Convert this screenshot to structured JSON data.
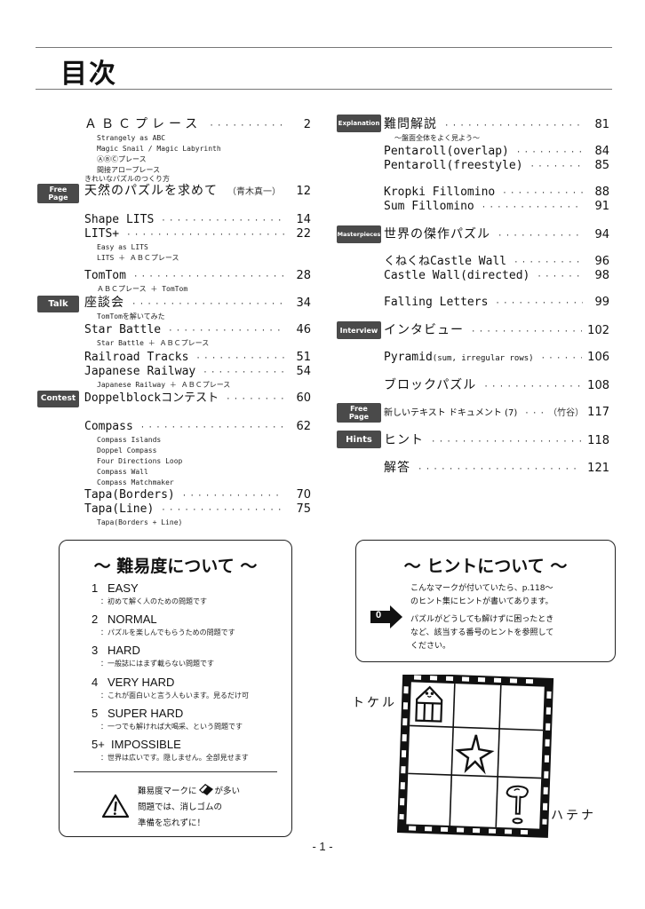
{
  "page": {
    "title": "目次",
    "page_number": "- 1 -"
  },
  "badges": {
    "free_page": "Free Page",
    "talk": "Talk",
    "contest": "Contest",
    "explanation": "Explanation",
    "masterpieces": "Masterpieces",
    "interview": "Interview",
    "hints": "Hints"
  },
  "left_toc": [
    {
      "title": "ＡＢＣプレース",
      "page": "2",
      "subs": [
        "Strangely as ABC",
        "Magic Snail / Magic Labyrinth",
        "ⒶⒷⒸプレース",
        "間接アロープレース"
      ]
    },
    {
      "kicker": "きれいなパズルのつくり方",
      "title": "天然のパズルを求めて",
      "author": "（青木真一）",
      "page": "12"
    },
    {
      "title": "Shape LITS",
      "page": "14"
    },
    {
      "title": "LITS+",
      "page": "22",
      "subs": [
        "Easy as LITS",
        "LITS ＋ ＡＢＣプレース"
      ]
    },
    {
      "title": "TomTom",
      "page": "28",
      "subs": [
        "ＡＢＣプレース ＋ TomTom"
      ]
    },
    {
      "title": "座談会",
      "page": "34",
      "subs": [
        "TomTomを解いてみた"
      ]
    },
    {
      "title": "Star Battle",
      "page": "46",
      "subs": [
        "Star Battle ＋ ＡＢＣプレース"
      ]
    },
    {
      "title": "Railroad Tracks",
      "page": "51"
    },
    {
      "title": "Japanese Railway",
      "page": "54",
      "subs": [
        "Japanese Railway ＋ ＡＢＣプレース"
      ]
    },
    {
      "title": "Doppelblockコンテスト",
      "page": "60"
    },
    {
      "title": "Compass",
      "page": "62",
      "subs": [
        "Compass Islands",
        "Doppel Compass",
        "Four Directions Loop",
        "Compass Wall",
        "Compass Matchmaker"
      ]
    },
    {
      "title": "Tapa(Borders)",
      "page": "70"
    },
    {
      "title": "Tapa(Line)",
      "page": "75",
      "subs": [
        "Tapa(Borders + Line)"
      ]
    }
  ],
  "right_toc": [
    {
      "title": "難問解説",
      "page": "81",
      "subs": [
        "～盤面全体をよく見よう～"
      ]
    },
    {
      "title": "Pentaroll(overlap)",
      "page": "84"
    },
    {
      "title": "Pentaroll(freestyle)",
      "page": "85"
    },
    {
      "title": "Kropki Fillomino",
      "page": "88"
    },
    {
      "title": "Sum Fillomino",
      "page": "91"
    },
    {
      "title": "世界の傑作パズル",
      "page": "94"
    },
    {
      "title": "くねくねCastle Wall",
      "page": "96"
    },
    {
      "title": "Castle Wall(directed)",
      "page": "98"
    },
    {
      "title": "Falling Letters",
      "page": "99"
    },
    {
      "title": "インタビュー",
      "page": "102"
    },
    {
      "title": "Pyramid",
      "title_note": "(sum, irregular rows)",
      "page": "106"
    },
    {
      "title": "ブロックパズル",
      "page": "108"
    },
    {
      "title": "新しいテキスト ドキュメント (7)",
      "author": "（竹谷）",
      "page": "117"
    },
    {
      "title": "ヒント",
      "page": "118"
    },
    {
      "title": "解答",
      "page": "121"
    }
  ],
  "difficulty_box": {
    "title": "～ 難易度について ～",
    "levels": [
      {
        "num": "1",
        "name": "EASY",
        "desc": "：初めて解く人のための問題です"
      },
      {
        "num": "2",
        "name": "NORMAL",
        "desc": "：パズルを楽しんでもらうための問題です"
      },
      {
        "num": "3",
        "name": "HARD",
        "desc": "：一般誌にはまず載らない問題です"
      },
      {
        "num": "4",
        "name": "VERY HARD",
        "desc": "：これが面白いと言う人もいます。見るだけ可"
      },
      {
        "num": "5",
        "name": "SUPER HARD",
        "desc": "：一つでも解ければ大喝采、という問題です"
      },
      {
        "num": "5+",
        "name": "IMPOSSIBLE",
        "desc": "：世界は広いです。隠しません。全部見せます"
      }
    ],
    "warning_lines": [
      "難易度マークに",
      "が多い",
      "問題では、消しゴムの",
      "準備を忘れずに！"
    ]
  },
  "hint_box": {
    "title": "～ ヒントについて ～",
    "marker_label": "0",
    "paragraph1": [
      "こんなマークが付いていたら、p.118～",
      "のヒント集にヒントが書いてあります。"
    ],
    "paragraph2": [
      "パズルがどうしても解けずに困ったとき",
      "など、該当する番号のヒントを参照して",
      "ください。"
    ]
  },
  "illustration": {
    "label_left": "トケル",
    "label_right": "ハテナ"
  }
}
